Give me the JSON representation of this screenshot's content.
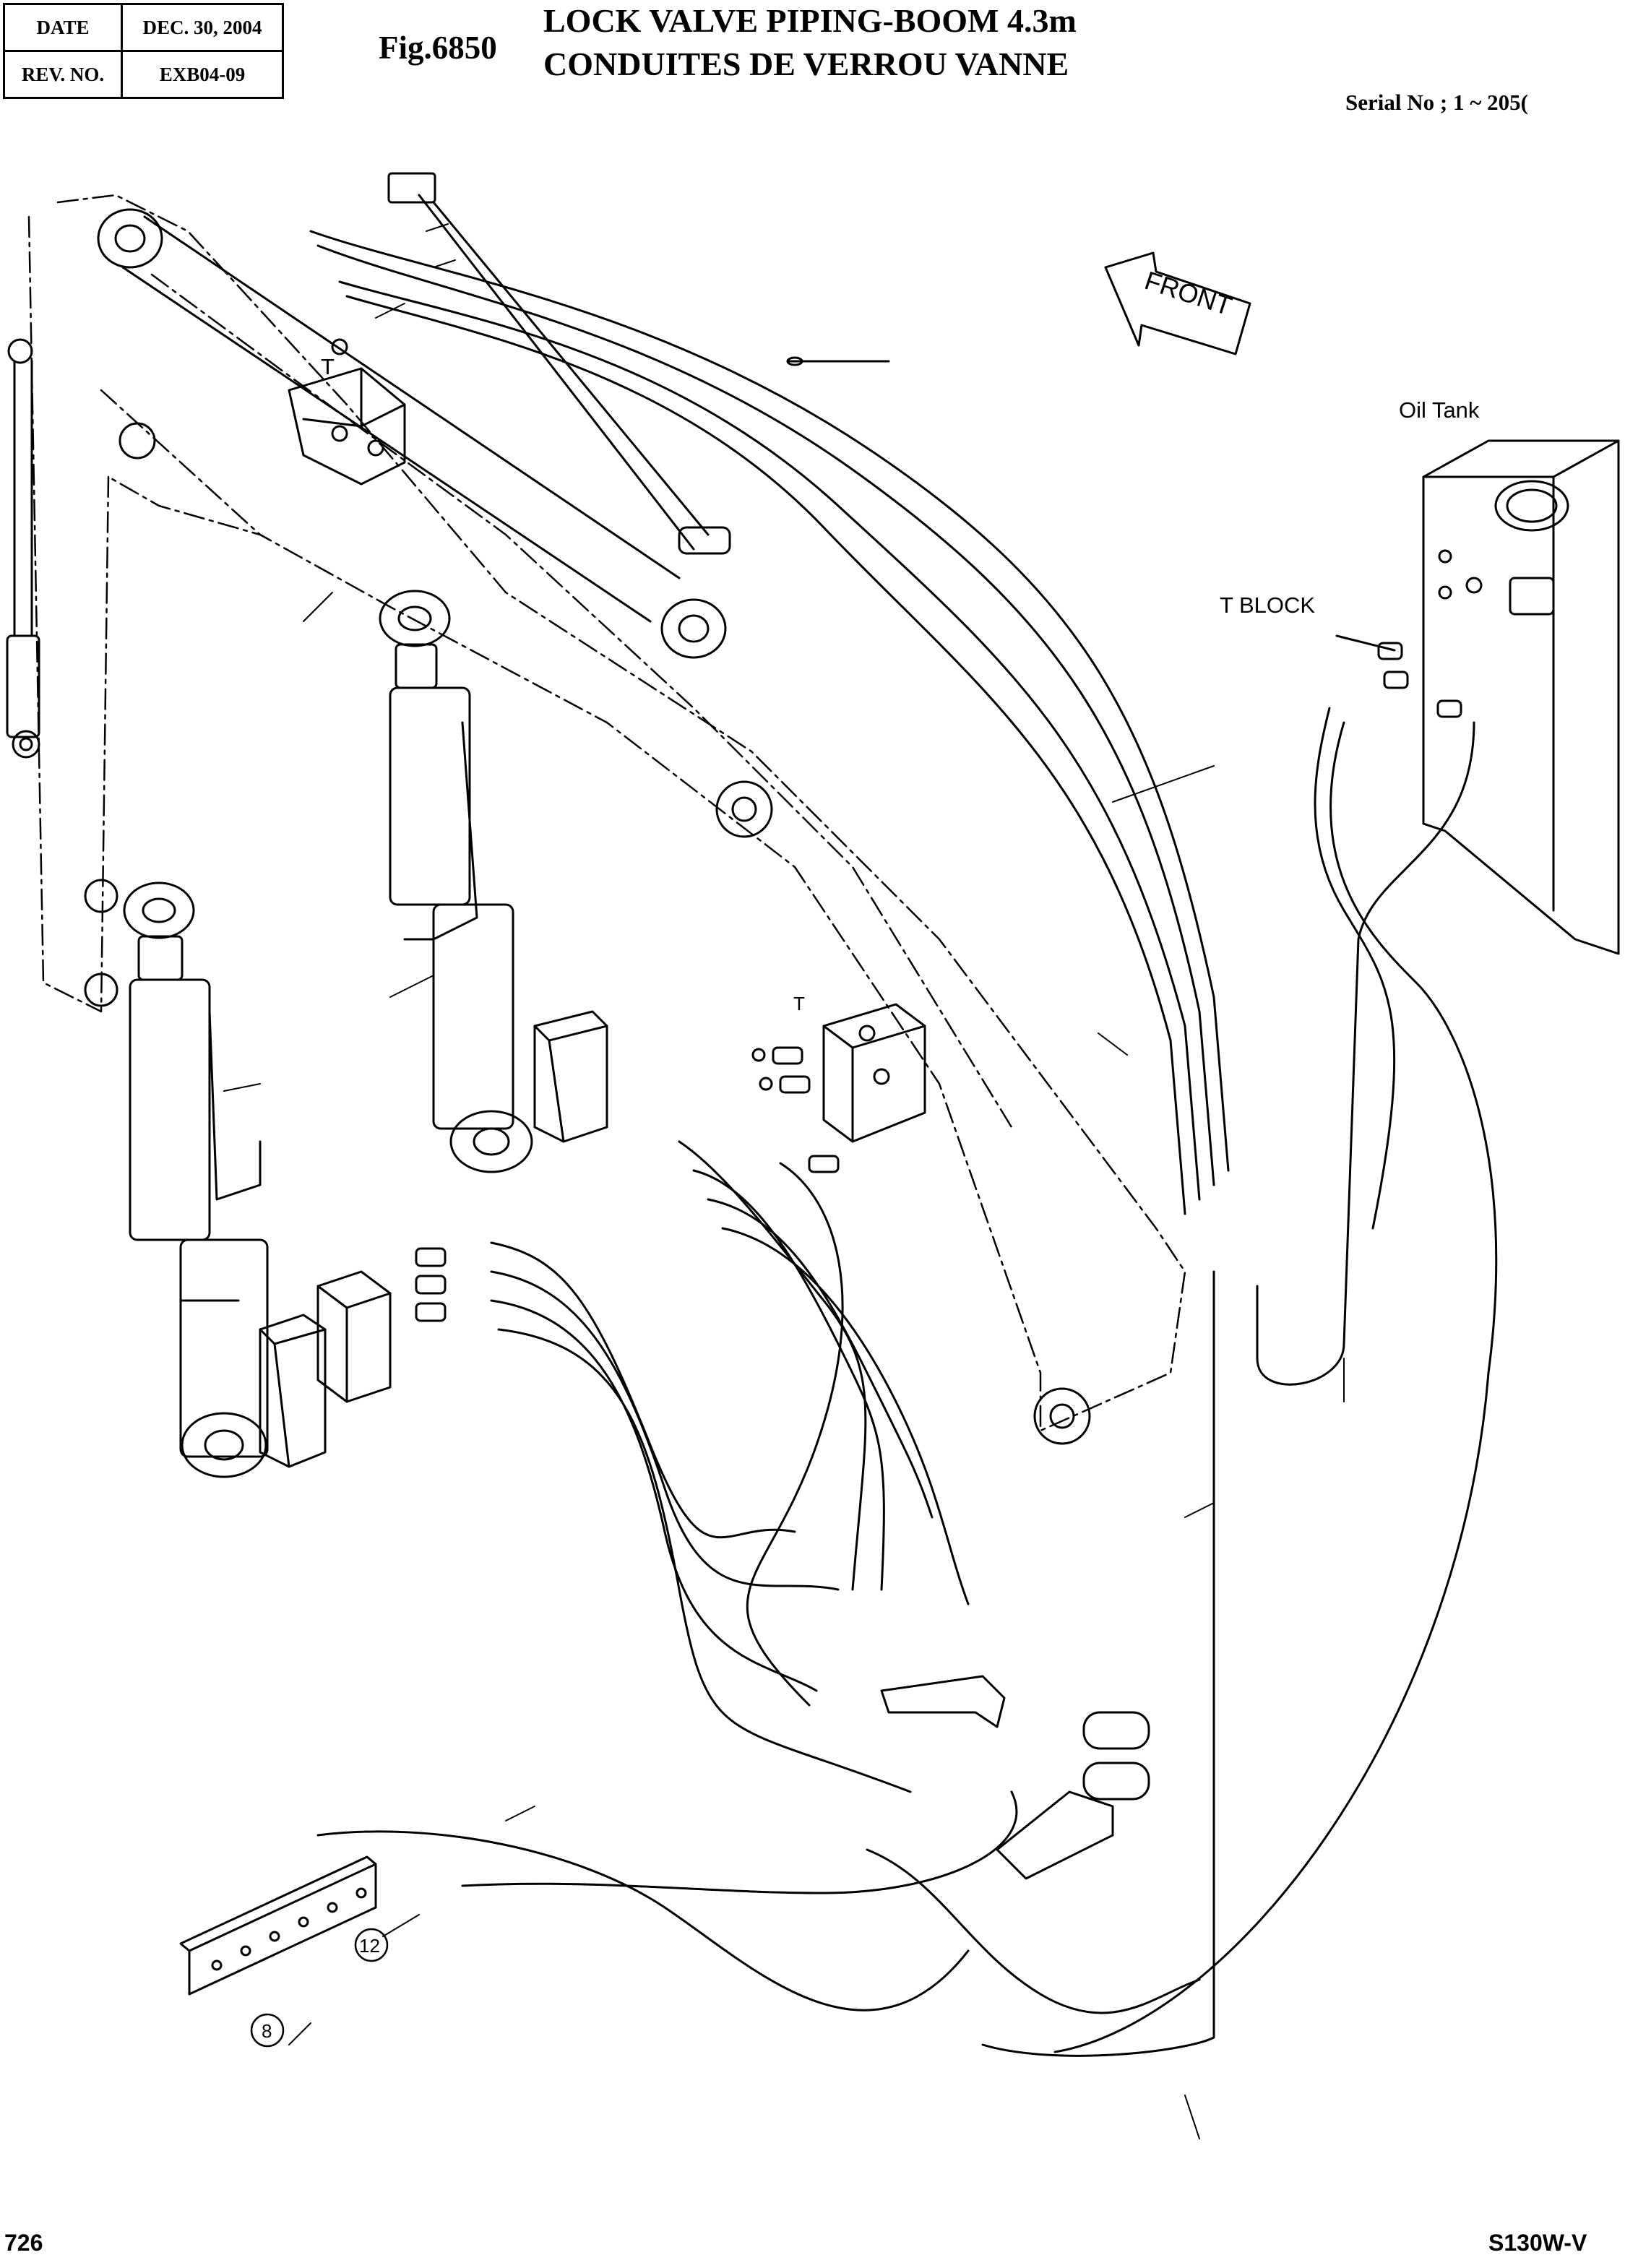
{
  "header": {
    "date_label": "DATE",
    "date_value": "DEC. 30, 2004",
    "rev_label": "REV. NO.",
    "rev_value": "EXB04-09"
  },
  "figure": {
    "number": "Fig.6850",
    "title_en": "LOCK VALVE PIPING-BOOM 4.3m",
    "title_fr": "CONDUITES DE VERROU VANNE",
    "serial": "Serial No ; 1 ~ 205("
  },
  "labels": {
    "front": "FRONT",
    "oil_tank": "Oil Tank",
    "t_block": "T  BLOCK",
    "t_mark": "T",
    "t_mark_2": "T",
    "callout_12": "12",
    "callout_8": "8"
  },
  "footer": {
    "page": "726",
    "model": "S130W-V"
  }
}
